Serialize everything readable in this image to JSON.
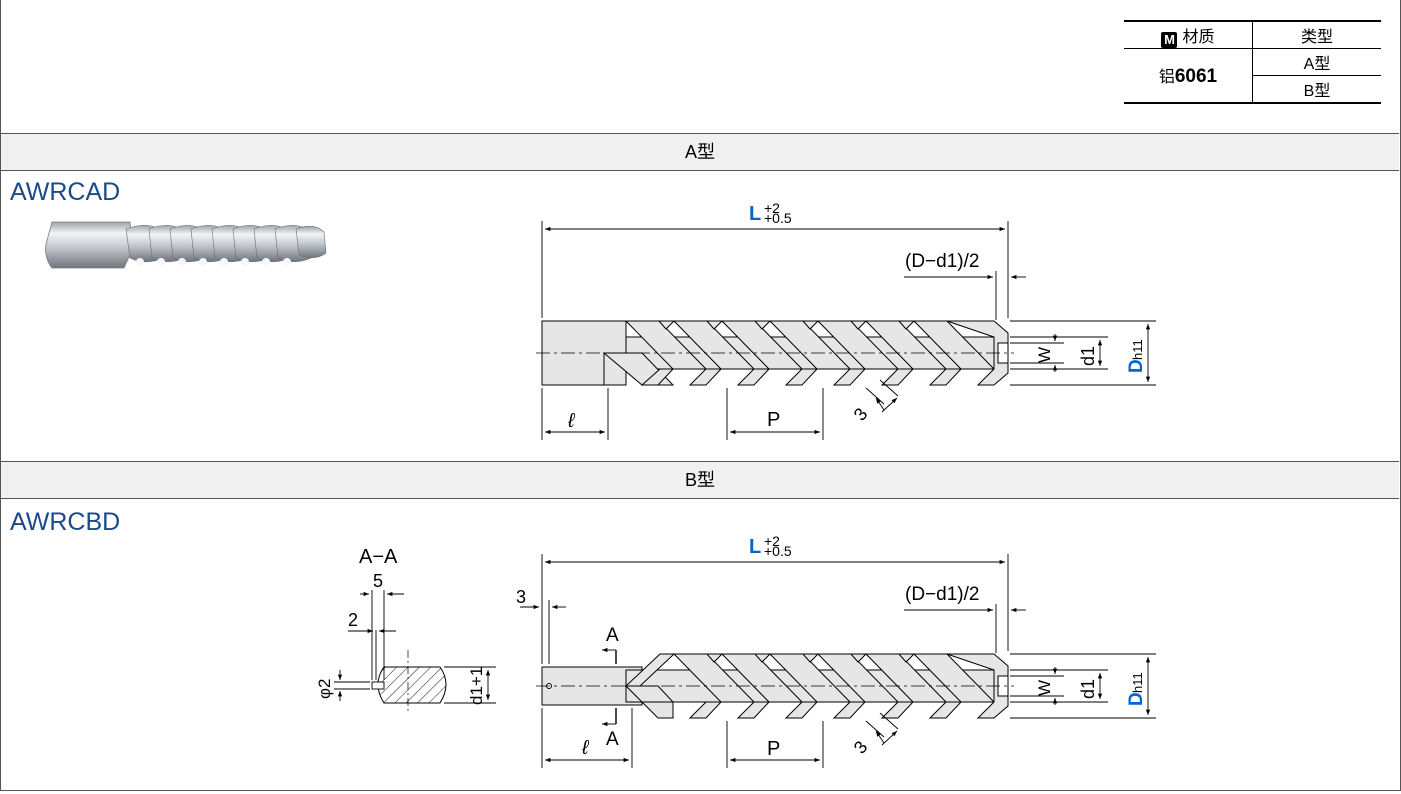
{
  "material_table": {
    "icon": "M",
    "material_header": "材质",
    "type_header": "类型",
    "material_prefix": "铝",
    "material_grade": "6061",
    "types": [
      "A型",
      "B型"
    ]
  },
  "section_a": {
    "band_label": "A型",
    "product_code": "AWRCAD",
    "dims": {
      "L": "L",
      "L_tol_upper": "+2",
      "L_tol_lower": "+0.5",
      "D_d1_half": "(D−d1)/2",
      "W": "W",
      "d1": "d1",
      "D": "D",
      "D_sub": "h11",
      "ell": "ℓ",
      "P": "P",
      "three": "3"
    }
  },
  "section_b": {
    "band_label": "B型",
    "product_code": "AWRCBD",
    "section_view_label": "A−A",
    "dims": {
      "L": "L",
      "L_tol_upper": "+2",
      "L_tol_lower": "+0.5",
      "D_d1_half": "(D−d1)/2",
      "W": "W",
      "d1": "d1",
      "D": "D",
      "D_sub": "h11",
      "ell": "ℓ",
      "P": "P",
      "three_end": "3",
      "three_pitch": "3",
      "cut_label_top": "A",
      "cut_label_bottom": "A",
      "five": "5",
      "two": "2",
      "phi2": "φ2",
      "d1_plus1": "d1+1"
    }
  },
  "colors": {
    "blue_text": "#1a4a8a",
    "dim_blue": "#0066cc",
    "band_bg": "#f0f0f0",
    "part_fill": "#e6e6e6"
  }
}
